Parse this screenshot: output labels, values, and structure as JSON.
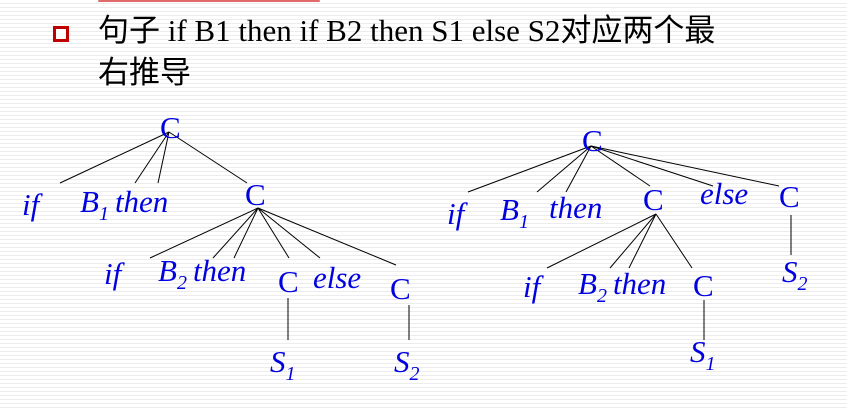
{
  "heading": {
    "line1": "句子 if B1 then if B2 then S1 else S2对应两个最",
    "line2": "右推导"
  },
  "tree_left": {
    "root": "C",
    "children": [
      "if",
      "B1 then",
      "C"
    ],
    "inner_children": [
      "if",
      "B2 then",
      "C",
      "else",
      "C"
    ],
    "leaves": [
      "S1",
      "S2"
    ]
  },
  "tree_right": {
    "root": "C",
    "children": [
      "if",
      "B1",
      "then",
      "C",
      "else",
      "C"
    ],
    "inner_children": [
      "if",
      "B2 then",
      "C"
    ],
    "leaves": [
      "S1",
      "S2"
    ]
  },
  "labels": {
    "C": "C",
    "if": "if",
    "then": "then",
    "else": "else",
    "B": "B",
    "S": "S",
    "sub1": "1",
    "sub2": "2"
  },
  "colors": {
    "label": "#0000e0",
    "edge": "#000000",
    "bullet": "#c00000"
  }
}
